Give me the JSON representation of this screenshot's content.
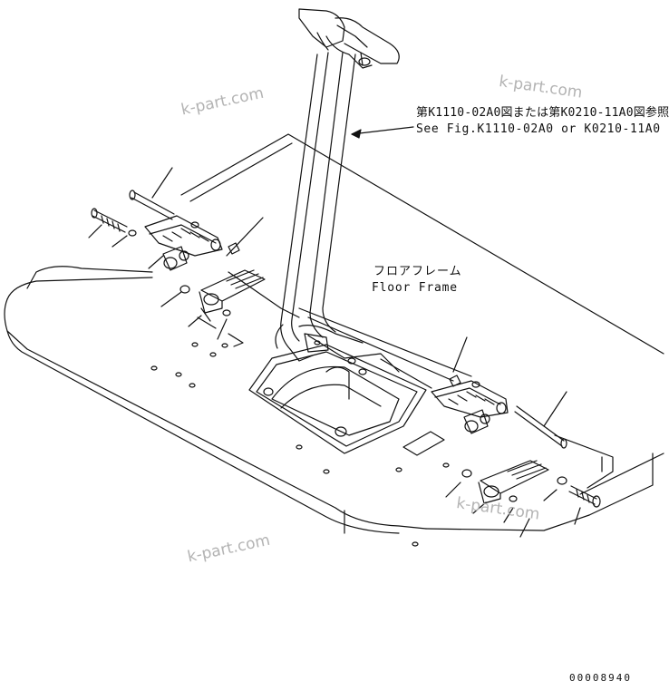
{
  "reference_note": {
    "japanese": "第K1110-02A0図または第K0210-11A0図参照",
    "english": "See Fig.K1110-02A0 or K0210-11A0"
  },
  "floor_label": {
    "japanese": "フロアフレーム",
    "english": "Floor Frame"
  },
  "drawing_number": "00008940",
  "watermarks": [
    "k-part.com",
    "k-part.com",
    "k-part.com",
    "k-part.com"
  ],
  "colors": {
    "line": "#111111",
    "watermark": "#b3b3b3",
    "background": "#ffffff"
  }
}
